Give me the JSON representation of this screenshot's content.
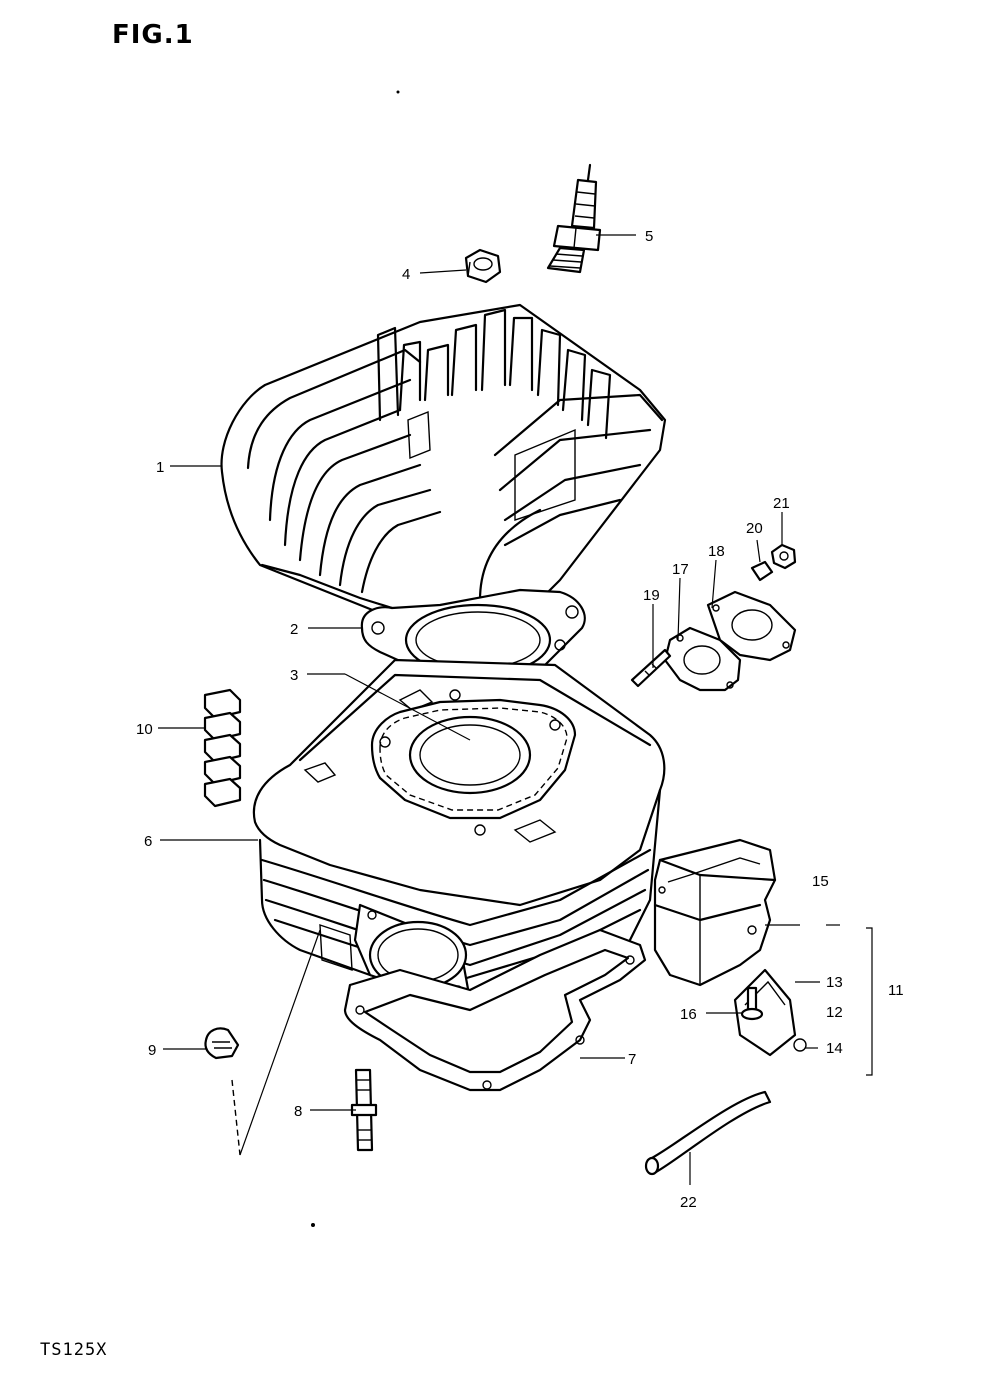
{
  "figure": {
    "title": "FIG.1",
    "model": "TS125X"
  },
  "callouts": [
    {
      "id": "c1",
      "label": "1"
    },
    {
      "id": "c2",
      "label": "2"
    },
    {
      "id": "c3",
      "label": "3"
    },
    {
      "id": "c4",
      "label": "4"
    },
    {
      "id": "c5",
      "label": "5"
    },
    {
      "id": "c6",
      "label": "6"
    },
    {
      "id": "c7",
      "label": "7"
    },
    {
      "id": "c8",
      "label": "8"
    },
    {
      "id": "c9",
      "label": "9"
    },
    {
      "id": "c10",
      "label": "10"
    },
    {
      "id": "c11",
      "label": "11"
    },
    {
      "id": "c12",
      "label": "12"
    },
    {
      "id": "c13",
      "label": "13"
    },
    {
      "id": "c14",
      "label": "14"
    },
    {
      "id": "c15",
      "label": "15"
    },
    {
      "id": "c16",
      "label": "16"
    },
    {
      "id": "c17",
      "label": "17"
    },
    {
      "id": "c18",
      "label": "18"
    },
    {
      "id": "c19",
      "label": "19"
    },
    {
      "id": "c20",
      "label": "20"
    },
    {
      "id": "c21",
      "label": "21"
    },
    {
      "id": "c22",
      "label": "22"
    }
  ]
}
